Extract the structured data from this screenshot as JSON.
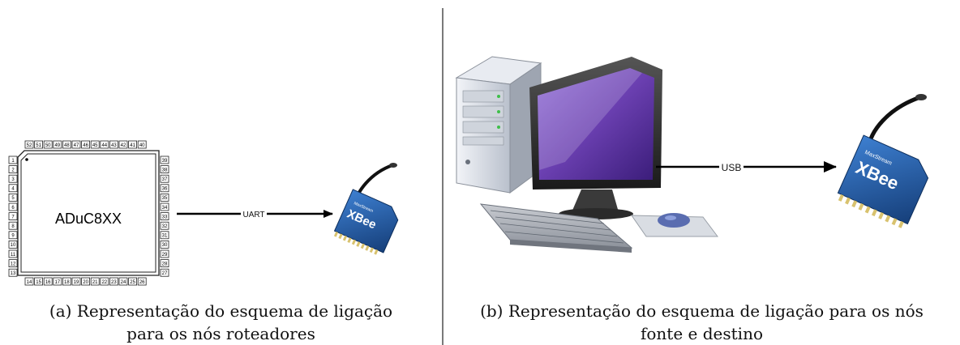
{
  "panel_a": {
    "chip_label": "ADuC8XX",
    "link_label": "UART",
    "caption_line1": "(a) Representação do esquema de ligação",
    "caption_line2": "para os nós roteadores"
  },
  "panel_b": {
    "link_label": "USB",
    "caption_line1": "(b) Representação do esquema de ligação para os nós",
    "caption_line2": "fonte e destino"
  },
  "xbee": {
    "brand": "MaxStream",
    "name": "XBee"
  },
  "chip_pins": {
    "left": [
      "1",
      "2",
      "3",
      "4",
      "5",
      "6",
      "7",
      "8",
      "9",
      "10",
      "11",
      "12",
      "13"
    ],
    "bottom": [
      "14",
      "15",
      "16",
      "17",
      "18",
      "19",
      "20",
      "21",
      "22",
      "23",
      "24",
      "25",
      "26"
    ],
    "right": [
      "39",
      "38",
      "37",
      "36",
      "35",
      "34",
      "33",
      "32",
      "31",
      "30",
      "29",
      "28",
      "27"
    ],
    "top": [
      "52",
      "51",
      "50",
      "49",
      "48",
      "47",
      "46",
      "45",
      "44",
      "43",
      "42",
      "41",
      "40"
    ]
  },
  "colors": {
    "xbee_blue": "#1f5fa8",
    "screen_purple": "#6a3fb0",
    "arrow": "#000000"
  }
}
